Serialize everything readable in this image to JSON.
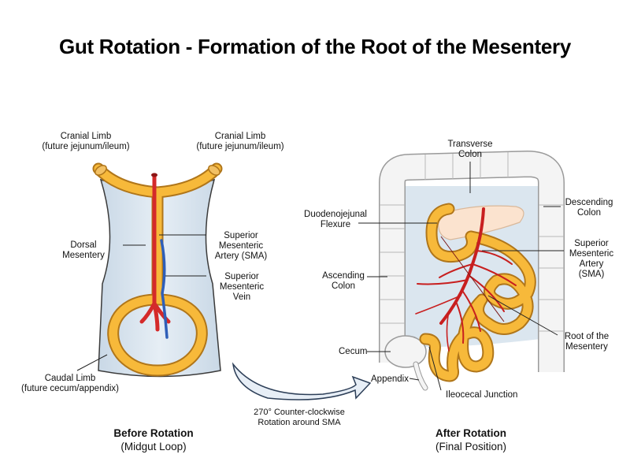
{
  "title": "Gut Rotation - Formation of the Root of the Mesentery",
  "colors": {
    "gut": "#f7b93a",
    "gut_outline": "#b0761a",
    "artery": "#d42a2a",
    "vein": "#2f5fb8",
    "mesentery": "#dbe6ef",
    "colon": "#f4f4f4",
    "pancreas": "#fbe3cf"
  },
  "before": {
    "cranial_left": [
      "Cranial Limb",
      "(future jejunum/ileum)"
    ],
    "cranial_right": [
      "Cranial Limb",
      "(future jejunum/ileum)"
    ],
    "dorsal_mesentery": [
      "Dorsal",
      "Mesentery"
    ],
    "sma": [
      "Superior",
      "Mesenteric",
      "Artery (SMA)"
    ],
    "smv": [
      "Superior",
      "Mesenteric",
      "Vein"
    ],
    "caudal": [
      "Caudal Limb",
      "(future cecum/appendix)"
    ],
    "caption_bold": "Before Rotation",
    "caption_sub": "(Midgut Loop)"
  },
  "rotation": [
    "270° Counter-clockwise",
    "Rotation around SMA"
  ],
  "after": {
    "transverse_colon": [
      "Transverse",
      "Colon"
    ],
    "descending_colon": [
      "Descending",
      "Colon"
    ],
    "dj_flexure": [
      "Duodenojejunal",
      "Flexure"
    ],
    "sma": [
      "Superior",
      "Mesenteric",
      "Artery",
      "(SMA)"
    ],
    "ascending_colon": [
      "Ascending",
      "Colon"
    ],
    "root": [
      "Root of the",
      "Mesentery"
    ],
    "cecum": "Cecum",
    "appendix": "Appendix",
    "ileocecal": "Ileocecal Junction",
    "caption_bold": "After Rotation",
    "caption_sub": "(Final Position)"
  }
}
